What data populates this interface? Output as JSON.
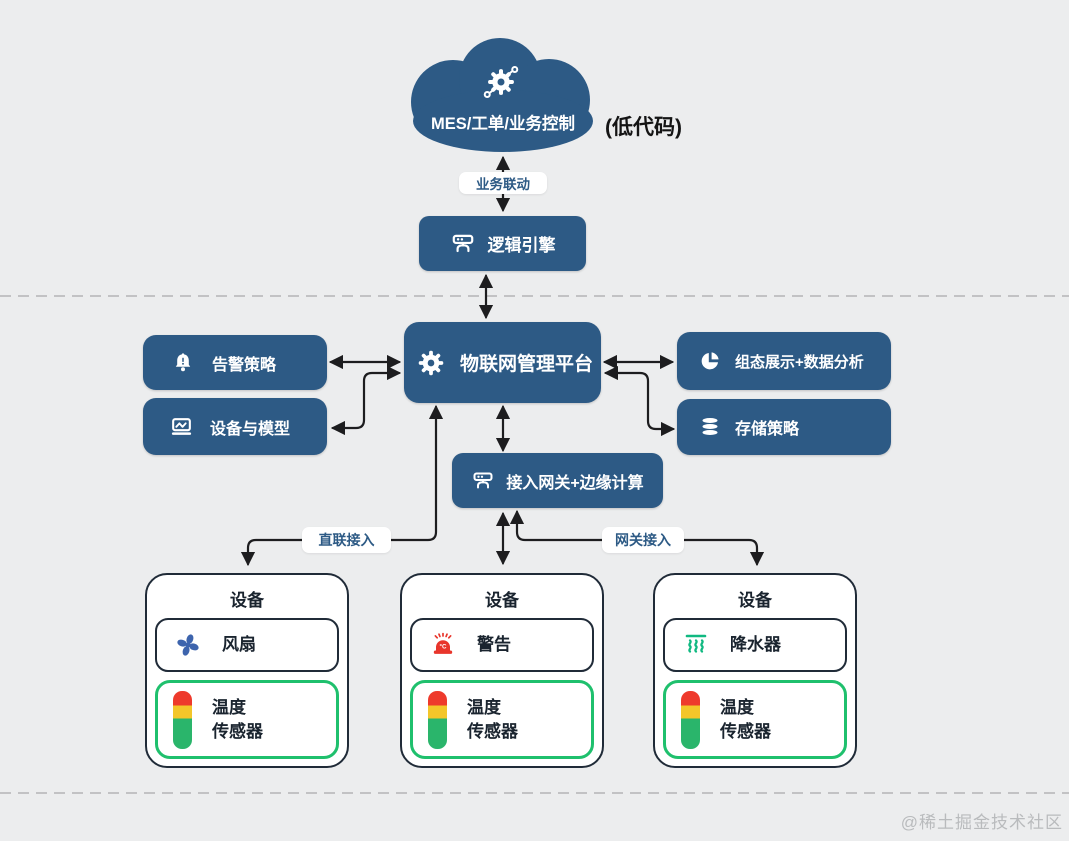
{
  "colors": {
    "background": "#ecedee",
    "node_blue": "#2d5a85",
    "card_border": "#202b38",
    "sensor_green": "#1fc06d",
    "arrow": "#1d1d1f",
    "fan_blue": "#3d64ad",
    "siren_red": "#e8352b",
    "steam_green": "#10b981",
    "watermark_gray": "#b9bbbd"
  },
  "cloud": {
    "label": "MES/工单/业务控制",
    "icon": "gear-network-icon"
  },
  "annotations": {
    "low_code": "(低代码)",
    "watermark": "@稀土掘金技术社区"
  },
  "link_labels": {
    "business": "业务联动",
    "direct": "直联接入",
    "gateway": "网关接入"
  },
  "nodes": {
    "logic_engine": {
      "label": "逻辑引擎",
      "icon": "workflow-hub-icon"
    },
    "platform": {
      "label": "物联网管理平台",
      "icon": "gear-network-icon"
    },
    "alarm": {
      "label": "告警策略",
      "icon": "alarm-bell-icon"
    },
    "device_model": {
      "label": "设备与模型",
      "icon": "device-screen-icon"
    },
    "dashboard": {
      "label": "组态展示+数据分析",
      "icon": "pie-chart-icon"
    },
    "storage": {
      "label": "存储策略",
      "icon": "database-icon"
    },
    "gateway": {
      "label": "接入网关+边缘计算",
      "icon": "workflow-hub-icon"
    }
  },
  "devices": [
    {
      "title": "设备",
      "actuator": {
        "label": "风扇",
        "icon": "fan-icon"
      },
      "sensor": {
        "line1": "温度",
        "line2": "传感器",
        "icon": "temperature-level-icon"
      }
    },
    {
      "title": "设备",
      "actuator": {
        "label": "警告",
        "icon": "alarm-siren-icon",
        "icon_text": "°C"
      },
      "sensor": {
        "line1": "温度",
        "line2": "传感器",
        "icon": "temperature-level-icon"
      }
    },
    {
      "title": "设备",
      "actuator": {
        "label": "降水器",
        "icon": "sprinkler-steam-icon"
      },
      "sensor": {
        "line1": "温度",
        "line2": "传感器",
        "icon": "temperature-level-icon"
      }
    }
  ]
}
